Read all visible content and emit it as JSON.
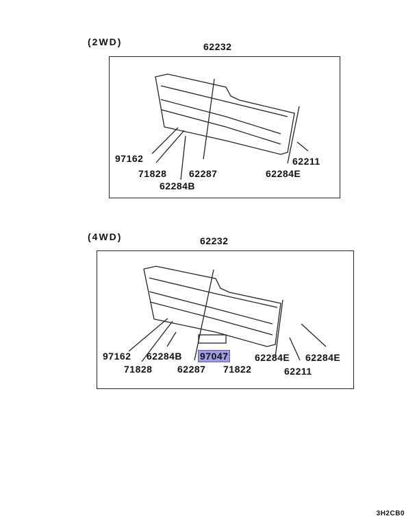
{
  "diagrams": [
    {
      "title": "(2WD)",
      "top_label": "62232",
      "labels": [
        "97162",
        "71828",
        "62284B",
        "62287",
        "62211",
        "62284E"
      ]
    },
    {
      "title": "(4WD)",
      "top_label": "62232",
      "labels": [
        "97162",
        "62284B",
        "97047",
        "62284E",
        "62284E",
        "71828",
        "62287",
        "71822",
        "62211"
      ],
      "highlighted": "97047",
      "highlight_color": "#9d9de6"
    }
  ],
  "footer_code": "3H2CB0"
}
